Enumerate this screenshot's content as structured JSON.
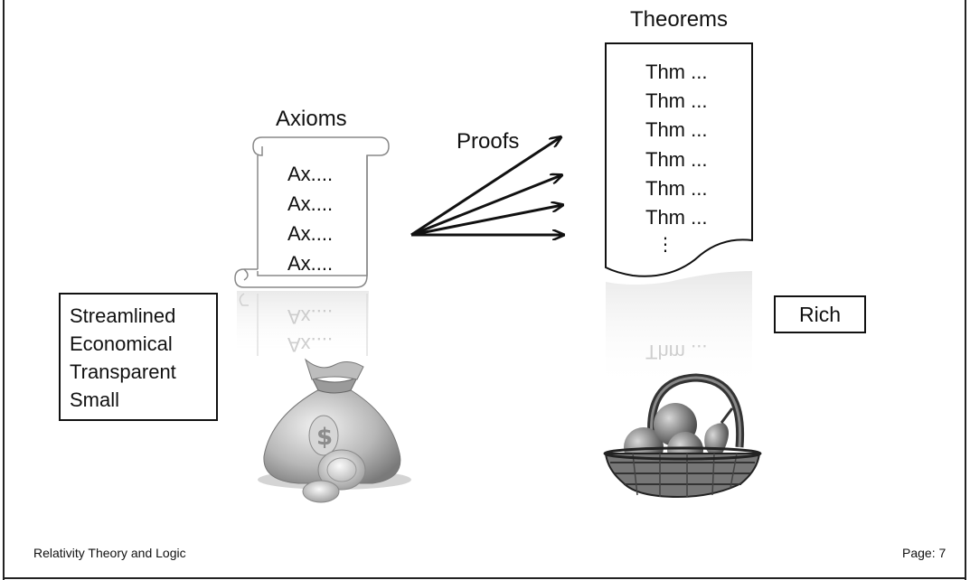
{
  "axioms": {
    "title": "Axioms",
    "lines": [
      "Ax....",
      "Ax....",
      "Ax....",
      "Ax...."
    ]
  },
  "proofs": {
    "label": "Proofs"
  },
  "theorems": {
    "title": "Theorems",
    "lines": [
      "Thm ...",
      "Thm ...",
      "Thm ...",
      "Thm ...",
      "Thm ...",
      "Thm ..."
    ],
    "ellipsis": "⋮"
  },
  "left_box": {
    "items": [
      "Streamlined",
      "Economical",
      "Transparent",
      "Small"
    ]
  },
  "right_box": {
    "label": "Rich"
  },
  "footer": {
    "left": "Relativity Theory and Logic",
    "right": "Page: 7"
  },
  "reflections": {
    "axioms": [
      "Ax....",
      "Ax...."
    ],
    "theorems": [
      "Thm ..."
    ]
  },
  "icons": {
    "left_image": "money-bag-icon",
    "right_image": "fruit-basket-icon"
  }
}
